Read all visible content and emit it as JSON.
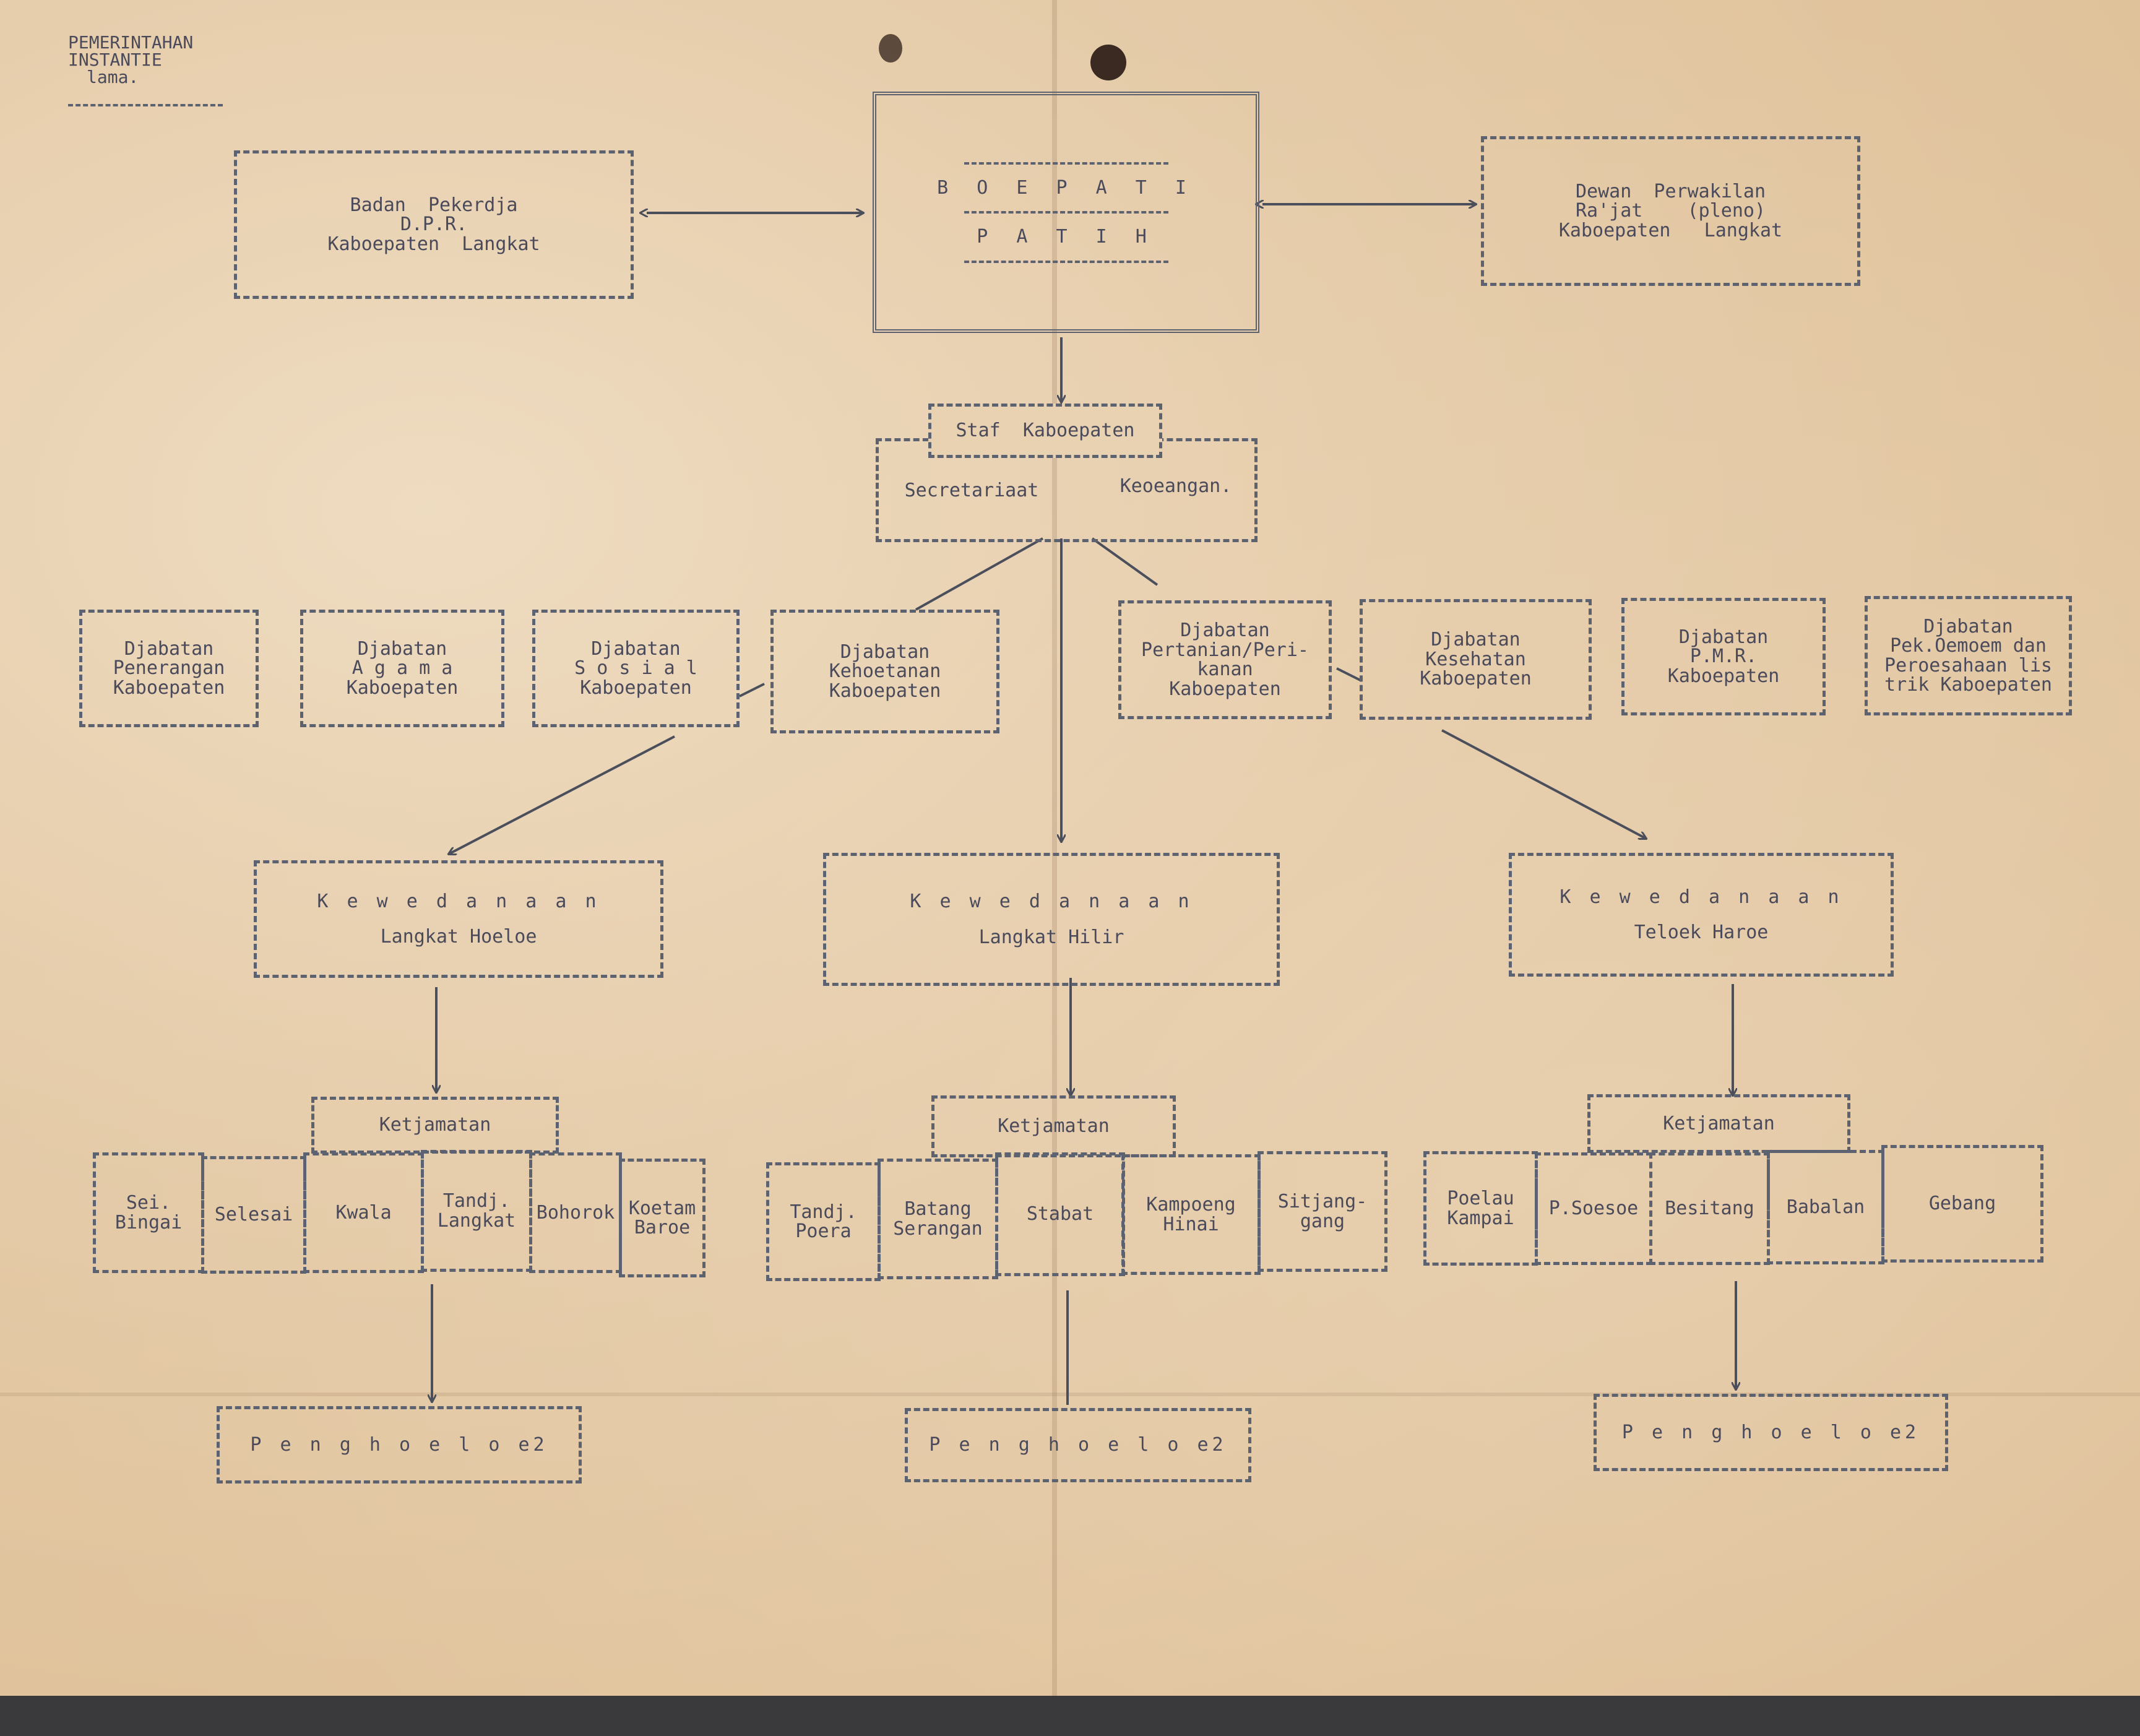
{
  "header_note": [
    "PEMERINTAHAN",
    "INSTANTIE",
    "lama."
  ],
  "top": {
    "left_box": [
      "Badan  Pekerdja",
      "D.P.R.",
      "Kaboepaten  Langkat"
    ],
    "center_lines": [
      "B O E P A T I",
      "P A T I H"
    ],
    "right_box": [
      "Dewan  Perwakilan",
      "Ra'jat    (pleno)",
      "Kaboepaten   Langkat"
    ]
  },
  "staf": {
    "title": "Staf  Kaboepaten",
    "left": "Secretariaat",
    "right": "Keoeangan."
  },
  "djabatan": [
    [
      "Djabatan",
      "Penerangan",
      "Kaboepaten"
    ],
    [
      "Djabatan",
      "A g a m a",
      "Kaboepaten"
    ],
    [
      "Djabatan",
      "S o s i a l",
      "Kaboepaten"
    ],
    [
      "Djabatan",
      "Kehoetanan",
      "Kaboepaten"
    ],
    [
      "Djabatan",
      "Pertanian/Peri-",
      "kanan",
      "Kaboepaten"
    ],
    [
      "Djabatan",
      "Kesehatan",
      "Kaboepaten"
    ],
    [
      "Djabatan",
      "P.M.R.",
      "Kaboepaten"
    ],
    [
      "Djabatan",
      "Pek.Oemoem dan",
      "Peroesahaan lis",
      "trik Kaboepaten"
    ]
  ],
  "kewedanaan": [
    {
      "title": "K e w e d a n a a n",
      "name": "Langkat Hoeloe",
      "ketjamatan_label": "Ketjamatan",
      "ketjamatan": [
        [
          "Sei.",
          "Bingai"
        ],
        [
          "Selesai"
        ],
        [
          "Kwala"
        ],
        [
          "Tandj.",
          "Langkat"
        ],
        [
          "Bohorok"
        ],
        [
          "Koetam",
          "Baroe"
        ]
      ],
      "penghoeloe": "P e n g h o e l o e2"
    },
    {
      "title": "K e w e d a n a a n",
      "name": "Langkat Hilir",
      "ketjamatan_label": "Ketjamatan",
      "ketjamatan": [
        [
          "Tandj.",
          "Poera"
        ],
        [
          "Batang",
          "Serangan"
        ],
        [
          "Stabat"
        ],
        [
          "Kampoeng",
          "Hinai"
        ],
        [
          "Sitjang-",
          "gang"
        ]
      ],
      "penghoeloe": "P e n g h o e l o e2"
    },
    {
      "title": "K e w e d a n a a n",
      "name": "Teloek Haroe",
      "ketjamatan_label": "Ketjamatan",
      "ketjamatan": [
        [
          "Poelau",
          "Kampai"
        ],
        [
          "P.Soesoe"
        ],
        [
          "Besitang"
        ],
        [
          "Babalan"
        ],
        [
          "Gebang"
        ]
      ],
      "penghoeloe": "P e n g h o e l o e2"
    }
  ]
}
